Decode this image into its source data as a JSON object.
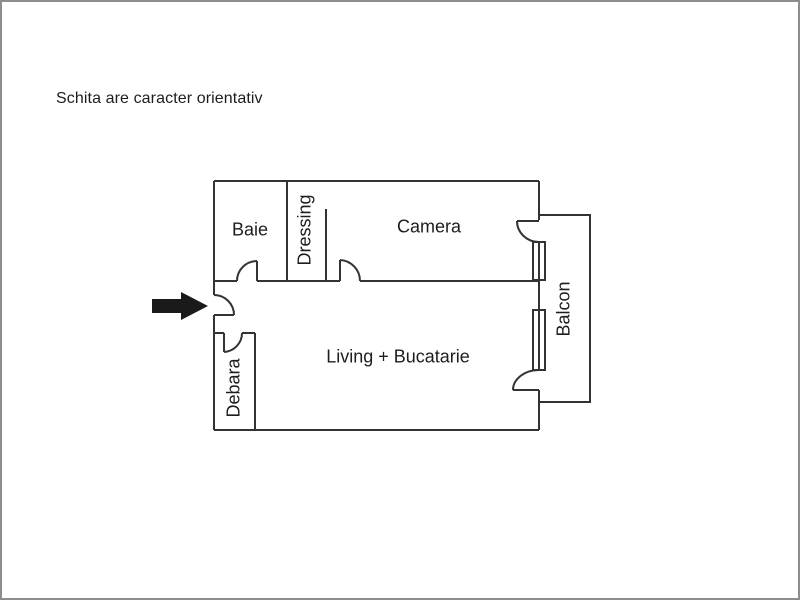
{
  "title": "Schita are caracter orientativ",
  "floorplan": {
    "rooms": [
      {
        "id": "baie",
        "label": "Baie"
      },
      {
        "id": "dressing",
        "label": "Dressing"
      },
      {
        "id": "camera",
        "label": "Camera"
      },
      {
        "id": "living",
        "label": "Living + Bucatarie"
      },
      {
        "id": "debara",
        "label": "Debara"
      },
      {
        "id": "balcon",
        "label": "Balcon"
      }
    ],
    "features": {
      "entrance_arrow_icon": "right-arrow",
      "windows": [
        "camera-window",
        "living-window"
      ],
      "doors": [
        "entrance",
        "baie",
        "camera",
        "debara",
        "camera-balcony",
        "living-balcony"
      ]
    }
  },
  "colors": {
    "wall": "#333333",
    "arrow": "#1a1a1a",
    "background": "#ffffff",
    "canvas_border": "#8d8d8d",
    "text": "#1d1d1d"
  }
}
